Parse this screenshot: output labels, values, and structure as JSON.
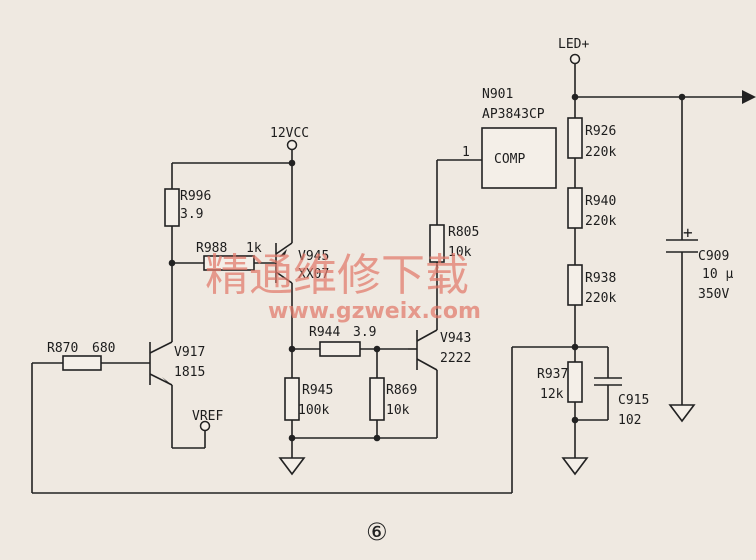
{
  "rails": {
    "led_plus": "LED+",
    "vcc": "12VCC",
    "vref": "VREF"
  },
  "ic": {
    "ref": "N901",
    "part": "AP3843CP",
    "pin": "1",
    "pin_name": "COMP"
  },
  "resistors": {
    "r996": {
      "ref": "R996",
      "value": "3.9"
    },
    "r988": {
      "ref": "R988",
      "value": "1k"
    },
    "r805": {
      "ref": "R805",
      "value": "10k"
    },
    "r870": {
      "ref": "R870",
      "value": "680"
    },
    "r944": {
      "ref": "R944",
      "value": "3.9"
    },
    "r945": {
      "ref": "R945",
      "value": "100k"
    },
    "r869": {
      "ref": "R869",
      "value": "10k"
    },
    "r926": {
      "ref": "R926",
      "value": "220k"
    },
    "r940": {
      "ref": "R940",
      "value": "220k"
    },
    "r938": {
      "ref": "R938",
      "value": "220k"
    },
    "r937": {
      "ref": "R937",
      "value": "12k"
    }
  },
  "transistors": {
    "v945": {
      "ref": "V945",
      "type": "XX07"
    },
    "v917": {
      "ref": "V917",
      "type": "1815"
    },
    "v943": {
      "ref": "V943",
      "type": "2222"
    }
  },
  "capacitors": {
    "c909": {
      "ref": "C909",
      "value": "10 μ",
      "voltage": "350V",
      "polarity": "+"
    },
    "c915": {
      "ref": "C915",
      "value": "102"
    }
  },
  "figure_number": "⑥",
  "watermark": {
    "cn": "精通维修下载",
    "url": "www.gzweix.com"
  }
}
